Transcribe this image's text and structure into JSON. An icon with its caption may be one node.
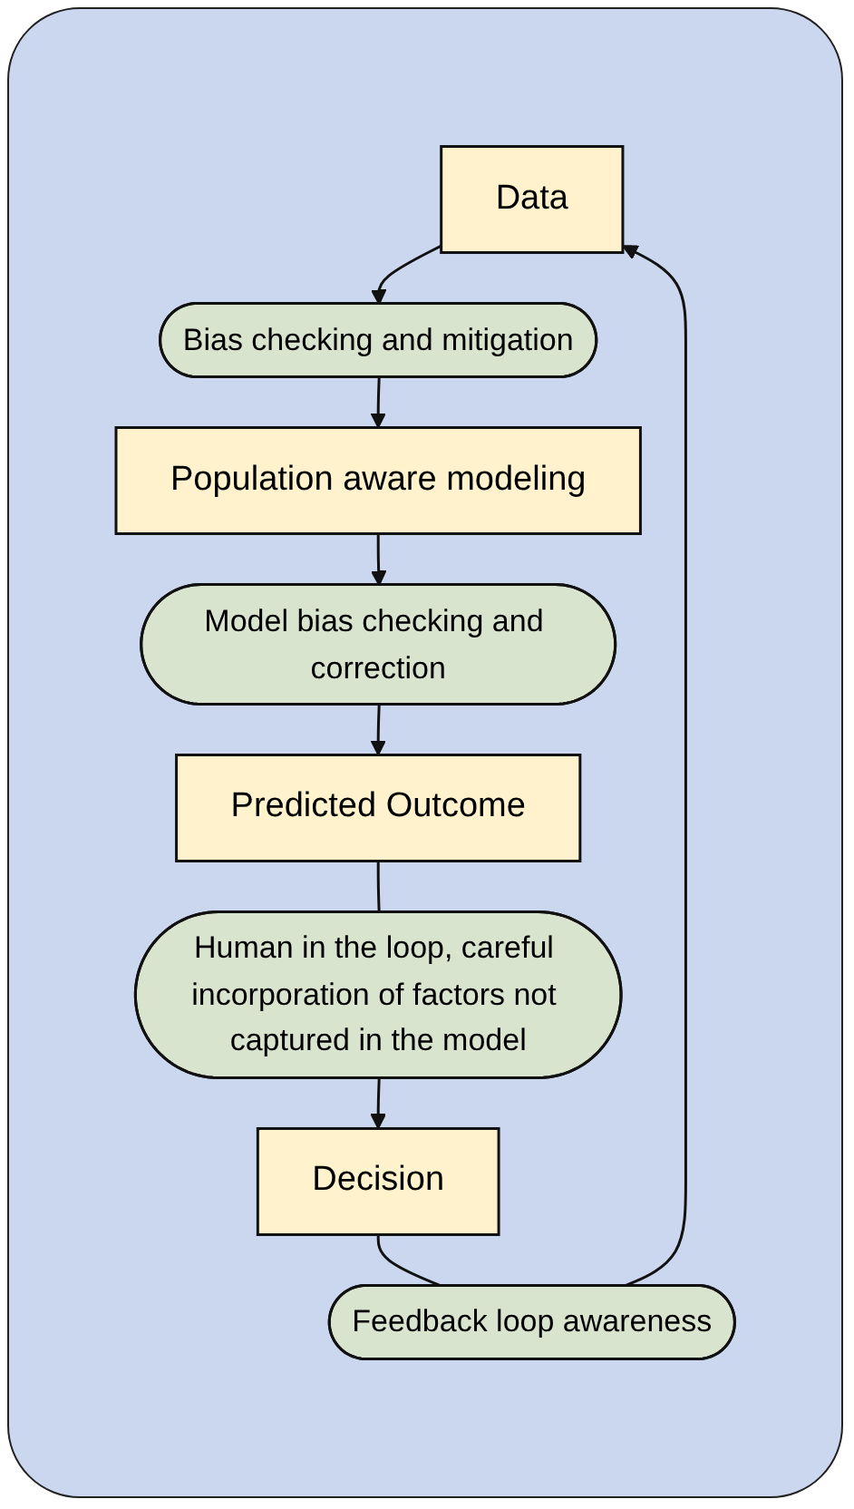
{
  "diagram": {
    "nodes": [
      {
        "text": [
          "Data"
        ]
      },
      {
        "text": [
          "Bias checking and mitigation"
        ]
      },
      {
        "text": [
          "Population aware modeling"
        ]
      },
      {
        "text": [
          "Model bias checking and correction"
        ]
      },
      {
        "text": [
          "Predicted Outcome"
        ]
      },
      {
        "text": [
          "Human in the loop, careful incorporation of factors not captured in the model"
        ]
      },
      {
        "text": [
          "Decision"
        ]
      },
      {
        "text": [
          "Feedback loop awareness"
        ]
      }
    ],
    "edges": [
      {
        "from": 0,
        "to": 1,
        "arrow": "to"
      },
      {
        "from": 1,
        "to": 2,
        "arrow": "to"
      },
      {
        "from": 2,
        "to": 3,
        "arrow": "to"
      },
      {
        "from": 3,
        "to": 4,
        "arrow": "to"
      },
      {
        "from": 4,
        "to": 5,
        "arrow": "none"
      },
      {
        "from": 5,
        "to": 6,
        "arrow": "to"
      },
      {
        "from": 6,
        "to": 7,
        "arrow": "none"
      },
      {
        "from": 7,
        "to": 0,
        "arrow": "to"
      }
    ]
  }
}
